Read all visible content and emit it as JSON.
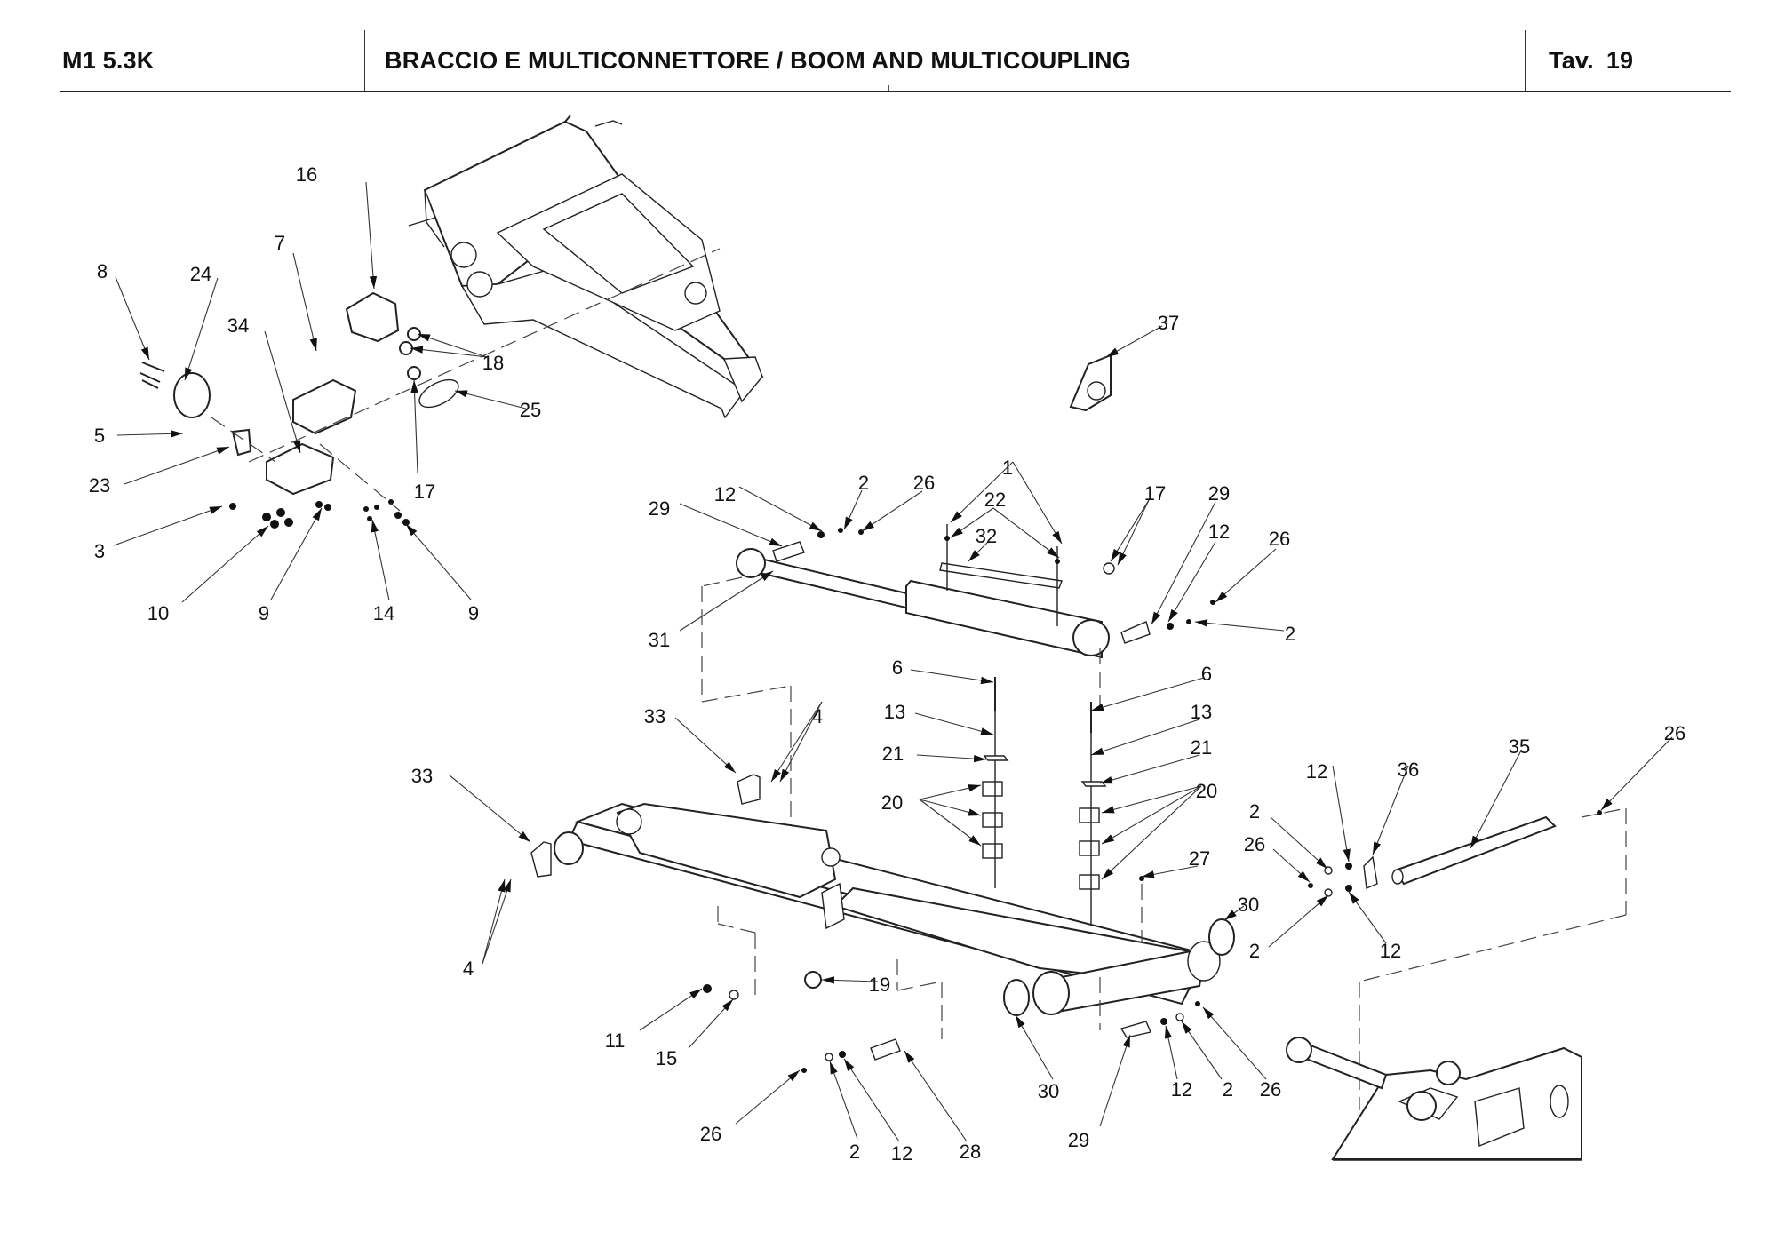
{
  "header": {
    "model": "M1 5.3K",
    "title": "BRACCIO E MULTICONNETTORE / BOOM AND MULTICOUPLING",
    "page_prefix": "Tav.",
    "page_number": "19"
  },
  "callouts": [
    {
      "id": "c-16a",
      "label": "16"
    },
    {
      "id": "c-7",
      "label": "7"
    },
    {
      "id": "c-8",
      "label": "8"
    },
    {
      "id": "c-24",
      "label": "24"
    },
    {
      "id": "c-34",
      "label": "34"
    },
    {
      "id": "c-18",
      "label": "18"
    },
    {
      "id": "c-25",
      "label": "25"
    },
    {
      "id": "c-5",
      "label": "5"
    },
    {
      "id": "c-23",
      "label": "23"
    },
    {
      "id": "c-17a",
      "label": "17"
    },
    {
      "id": "c-3",
      "label": "3"
    },
    {
      "id": "c-10",
      "label": "10"
    },
    {
      "id": "c-9a",
      "label": "9"
    },
    {
      "id": "c-14",
      "label": "14"
    },
    {
      "id": "c-9b",
      "label": "9"
    },
    {
      "id": "c-37",
      "label": "37"
    },
    {
      "id": "c-1",
      "label": "1"
    },
    {
      "id": "c-22",
      "label": "22"
    },
    {
      "id": "c-32",
      "label": "32"
    },
    {
      "id": "c-12a",
      "label": "12"
    },
    {
      "id": "c-2a",
      "label": "2"
    },
    {
      "id": "c-26a",
      "label": "26"
    },
    {
      "id": "c-29a",
      "label": "29"
    },
    {
      "id": "c-31",
      "label": "31"
    },
    {
      "id": "c-17b",
      "label": "17"
    },
    {
      "id": "c-29b",
      "label": "29"
    },
    {
      "id": "c-12b",
      "label": "12"
    },
    {
      "id": "c-26b",
      "label": "26"
    },
    {
      "id": "c-2b",
      "label": "2"
    },
    {
      "id": "c-6a",
      "label": "6"
    },
    {
      "id": "c-13a",
      "label": "13"
    },
    {
      "id": "c-21a",
      "label": "21"
    },
    {
      "id": "c-20a",
      "label": "20"
    },
    {
      "id": "c-6b",
      "label": "6"
    },
    {
      "id": "c-13b",
      "label": "13"
    },
    {
      "id": "c-21b",
      "label": "21"
    },
    {
      "id": "c-20b",
      "label": "20"
    },
    {
      "id": "c-27",
      "label": "27"
    },
    {
      "id": "c-33a",
      "label": "33"
    },
    {
      "id": "c-4a",
      "label": "4"
    },
    {
      "id": "c-33b",
      "label": "33"
    },
    {
      "id": "c-4b",
      "label": "4"
    },
    {
      "id": "c-19",
      "label": "19"
    },
    {
      "id": "c-11",
      "label": "11"
    },
    {
      "id": "c-15",
      "label": "15"
    },
    {
      "id": "c-26c",
      "label": "26"
    },
    {
      "id": "c-2c",
      "label": "2"
    },
    {
      "id": "c-12c",
      "label": "12"
    },
    {
      "id": "c-28",
      "label": "28"
    },
    {
      "id": "c-30a",
      "label": "30"
    },
    {
      "id": "c-30b",
      "label": "30"
    },
    {
      "id": "c-29c",
      "label": "29"
    },
    {
      "id": "c-12d",
      "label": "12"
    },
    {
      "id": "c-2d",
      "label": "2"
    },
    {
      "id": "c-26d",
      "label": "26"
    },
    {
      "id": "c-12e",
      "label": "12"
    },
    {
      "id": "c-36",
      "label": "36"
    },
    {
      "id": "c-35",
      "label": "35"
    },
    {
      "id": "c-26e",
      "label": "26"
    },
    {
      "id": "c-2e",
      "label": "2"
    },
    {
      "id": "c-26f",
      "label": "26"
    },
    {
      "id": "c-2f",
      "label": "2"
    },
    {
      "id": "c-12f",
      "label": "12"
    }
  ]
}
